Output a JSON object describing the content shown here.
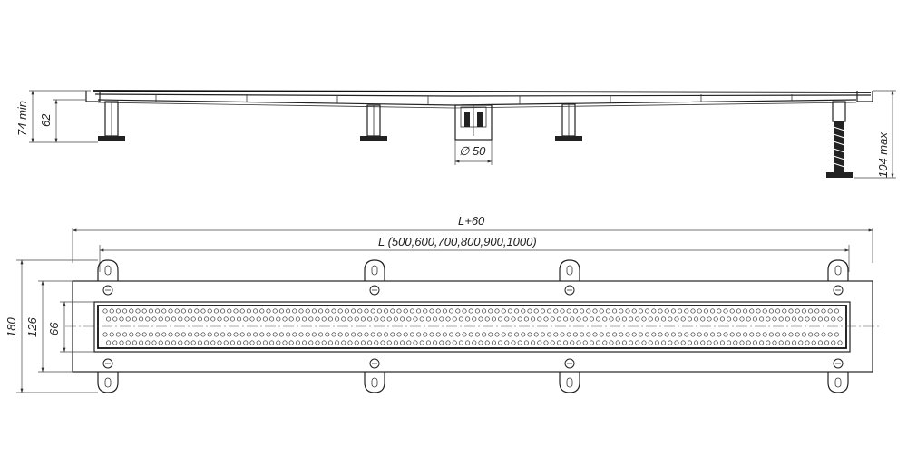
{
  "side_view": {
    "label_74_min": "74 min",
    "label_62": "62",
    "label_d50": "∅ 50",
    "label_104_max": "104 max"
  },
  "top_view": {
    "label_overall_length": "L+60",
    "label_length_range": "L (500,600,700,800,900,1000)",
    "label_180": "180",
    "label_126": "126",
    "label_66": "66"
  }
}
